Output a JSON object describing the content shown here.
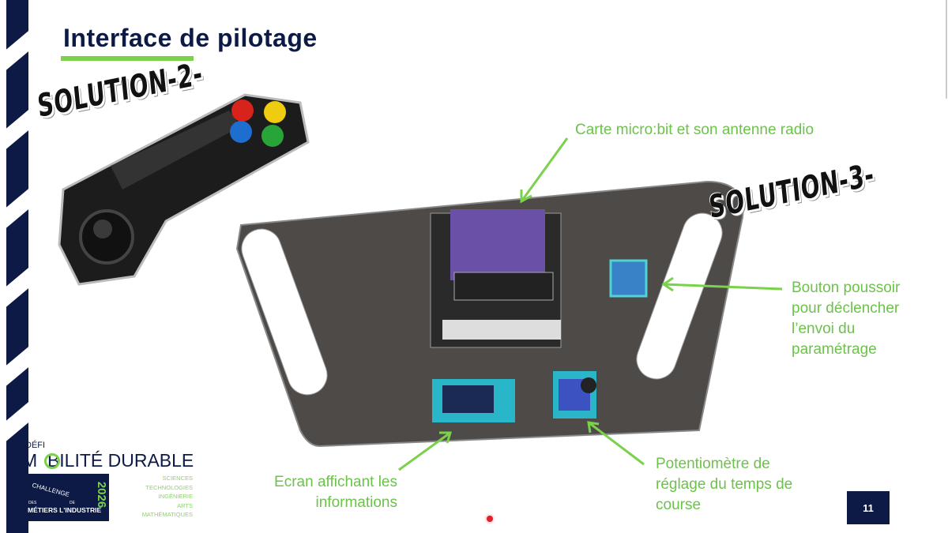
{
  "slide": {
    "title": "Interface de pilotage",
    "page_number": "11"
  },
  "solutions": {
    "solution2": "SOLUTION-2-",
    "solution3": "SOLUTION-3-"
  },
  "labels": {
    "microbit": "Carte micro:bit et son antenne radio",
    "button": [
      "Bouton poussoir",
      "pour déclencher",
      "l’envoi du",
      "paramétrage"
    ],
    "screen": [
      "Ecran affichant les",
      "informations"
    ],
    "potentiometer": [
      "Potentiomètre de",
      "réglage du temps de",
      "course"
    ]
  },
  "logo": {
    "defi": "DÉFI",
    "title": "M  BILITÉ DURABLE",
    "challenge": "CHALLENGE",
    "des": "DES",
    "de": "DE",
    "metiers": "MÉTIERS L'INDUSTRIE",
    "year": "2026",
    "disciplines": [
      "SCIENCES",
      "TECHNOLOGIES",
      "INGÉNIERIE",
      "ARTS",
      "MATHÉMATIQUES"
    ]
  },
  "colors": {
    "navy": "#0c1a45",
    "green": "#7ad14a"
  }
}
